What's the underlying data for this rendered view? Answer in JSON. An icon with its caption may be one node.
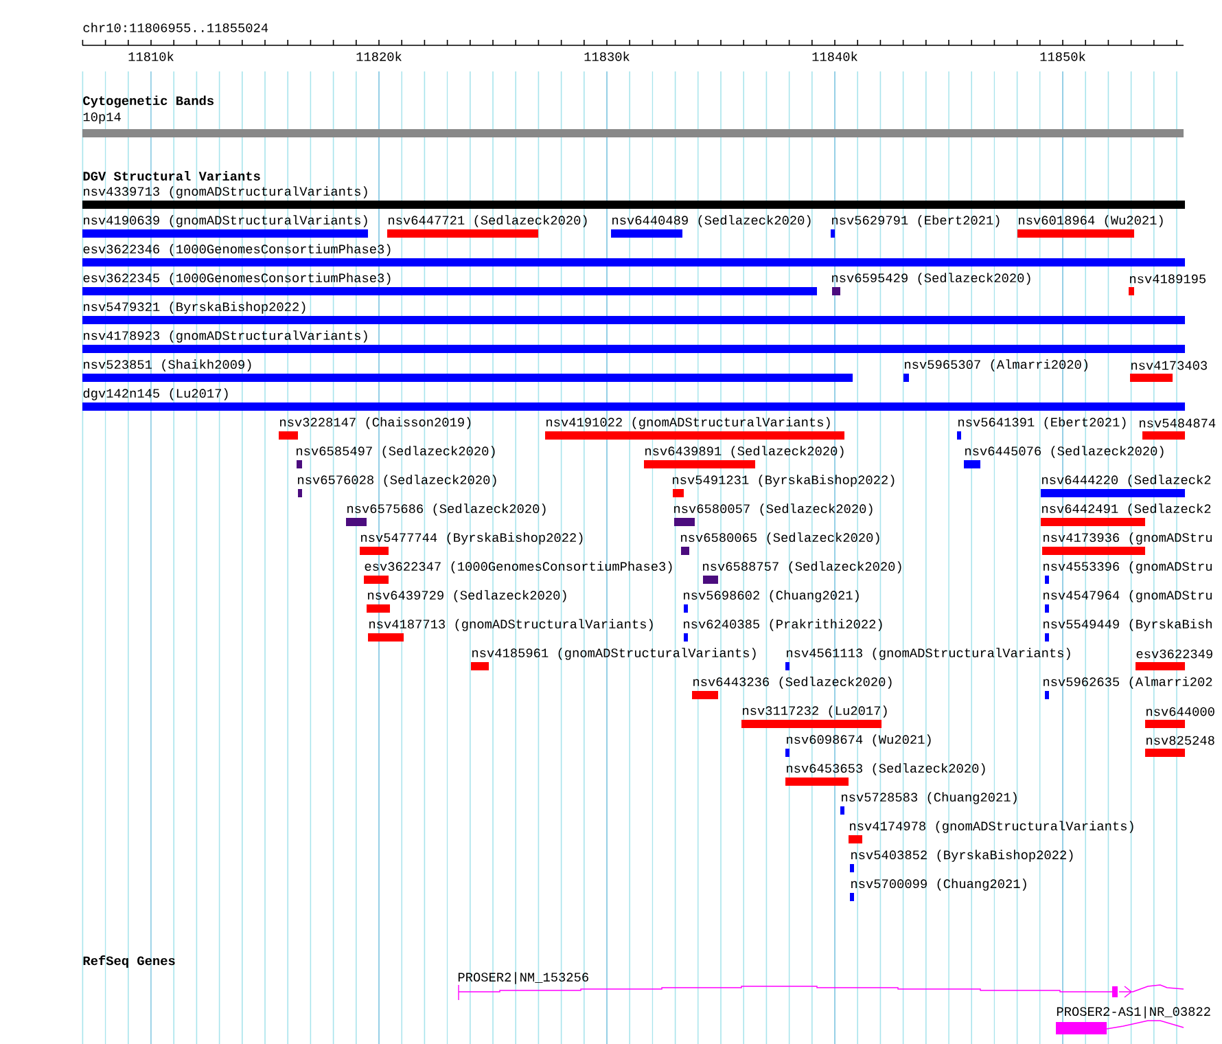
{
  "diagram": {
    "nodes": [
      {
        "text": [
          "10p14"
        ]
      },
      {
        "text": [
          "nsv4339713 (gnomADStructuralVariants)"
        ]
      },
      {
        "text": [
          "nsv4190639 (gnomADStructuralVariants)"
        ]
      },
      {
        "text": [
          "nsv6447721 (Sedlazeck2020)"
        ]
      },
      {
        "text": [
          "nsv6440489 (Sedlazeck2020)"
        ]
      },
      {
        "text": [
          "nsv5629791 (Ebert2021)"
        ]
      },
      {
        "text": [
          "nsv6018964 (Wu2021)"
        ]
      },
      {
        "text": [
          "esv3622346 (1000GenomesConsortiumPhase3)"
        ]
      },
      {
        "text": [
          "esv3622345 (1000GenomesConsortiumPhase3)"
        ]
      },
      {
        "text": [
          "nsv6595429 (Sedlazeck2020)"
        ]
      },
      {
        "text": [
          "nsv4189195"
        ]
      },
      {
        "text": [
          "nsv5479321 (ByrskaBishop2022)"
        ]
      },
      {
        "text": [
          "nsv4178923 (gnomADStructuralVariants)"
        ]
      },
      {
        "text": [
          "nsv523851 (Shaikh2009)"
        ]
      },
      {
        "text": [
          "nsv5965307 (Almarri2020)"
        ]
      },
      {
        "text": [
          "nsv4173403"
        ]
      },
      {
        "text": [
          "dgv142n145 (Lu2017)"
        ]
      },
      {
        "text": [
          "nsv3228147 (Chaisson2019)"
        ]
      },
      {
        "text": [
          "nsv4191022 (gnomADStructuralVariants)"
        ]
      },
      {
        "text": [
          "nsv5641391 (Ebert2021)"
        ]
      },
      {
        "text": [
          "nsv5484874"
        ]
      },
      {
        "text": [
          "nsv6585497 (Sedlazeck2020)"
        ]
      },
      {
        "text": [
          "nsv6439891 (Sedlazeck2020)"
        ]
      },
      {
        "text": [
          "nsv6445076 (Sedlazeck2020)"
        ]
      },
      {
        "text": [
          "nsv6576028 (Sedlazeck2020)"
        ]
      },
      {
        "text": [
          "nsv5491231 (ByrskaBishop2022)"
        ]
      },
      {
        "text": [
          "nsv6444220 (Sedlazeck2"
        ]
      },
      {
        "text": [
          "nsv6575686 (Sedlazeck2020)"
        ]
      },
      {
        "text": [
          "nsv6580057 (Sedlazeck2020)"
        ]
      },
      {
        "text": [
          "nsv6442491 (Sedlazeck2"
        ]
      },
      {
        "text": [
          "nsv5477744 (ByrskaBishop2022)"
        ]
      },
      {
        "text": [
          "nsv6580065 (Sedlazeck2020)"
        ]
      },
      {
        "text": [
          "nsv4173936 (gnomADStru"
        ]
      },
      {
        "text": [
          "esv3622347 (1000GenomesConsortiumPhase3)"
        ]
      },
      {
        "text": [
          "nsv6588757 (Sedlazeck2020)"
        ]
      },
      {
        "text": [
          "nsv4553396 (gnomADStru"
        ]
      },
      {
        "text": [
          "nsv6439729 (Sedlazeck2020)"
        ]
      },
      {
        "text": [
          "nsv5698602 (Chuang2021)"
        ]
      },
      {
        "text": [
          "nsv4547964 (gnomADStru"
        ]
      },
      {
        "text": [
          "nsv4187713 (gnomADStructuralVariants)"
        ]
      },
      {
        "text": [
          "nsv6240385 (Prakrithi2022)"
        ]
      },
      {
        "text": [
          "nsv5549449 (ByrskaBish"
        ]
      },
      {
        "text": [
          "nsv4185961 (gnomADStructuralVariants)"
        ]
      },
      {
        "text": [
          "nsv4561113 (gnomADStructuralVariants)"
        ]
      },
      {
        "text": [
          "esv3622349"
        ]
      },
      {
        "text": [
          "nsv6443236 (Sedlazeck2020)"
        ]
      },
      {
        "text": [
          "nsv5962635 (Almarri202"
        ]
      },
      {
        "text": [
          "nsv3117232 (Lu2017)"
        ]
      },
      {
        "text": [
          "nsv644000"
        ]
      },
      {
        "text": [
          "nsv6098674 (Wu2021)"
        ]
      },
      {
        "text": [
          "nsv825248"
        ]
      },
      {
        "text": [
          "nsv6453653 (Sedlazeck2020)"
        ]
      },
      {
        "text": [
          "nsv5728583 (Chuang2021)"
        ]
      },
      {
        "text": [
          "nsv4174978 (gnomADStructuralVariants)"
        ]
      },
      {
        "text": [
          "nsv5403852 (ByrskaBishop2022)"
        ]
      },
      {
        "text": [
          "nsv5700099 (Chuang2021)"
        ]
      },
      {
        "text": [
          "PROSER2|NM_153256"
        ]
      },
      {
        "text": [
          "PROSER2-AS1|NR_03822"
        ]
      }
    ],
    "labels": [
      "chr10:11806955..11855024",
      "11810k",
      "11820k",
      "11830k",
      "11840k",
      "11850k",
      "Cytogenetic Bands",
      "DGV Structural Variants",
      "RefSeq Genes"
    ]
  }
}
